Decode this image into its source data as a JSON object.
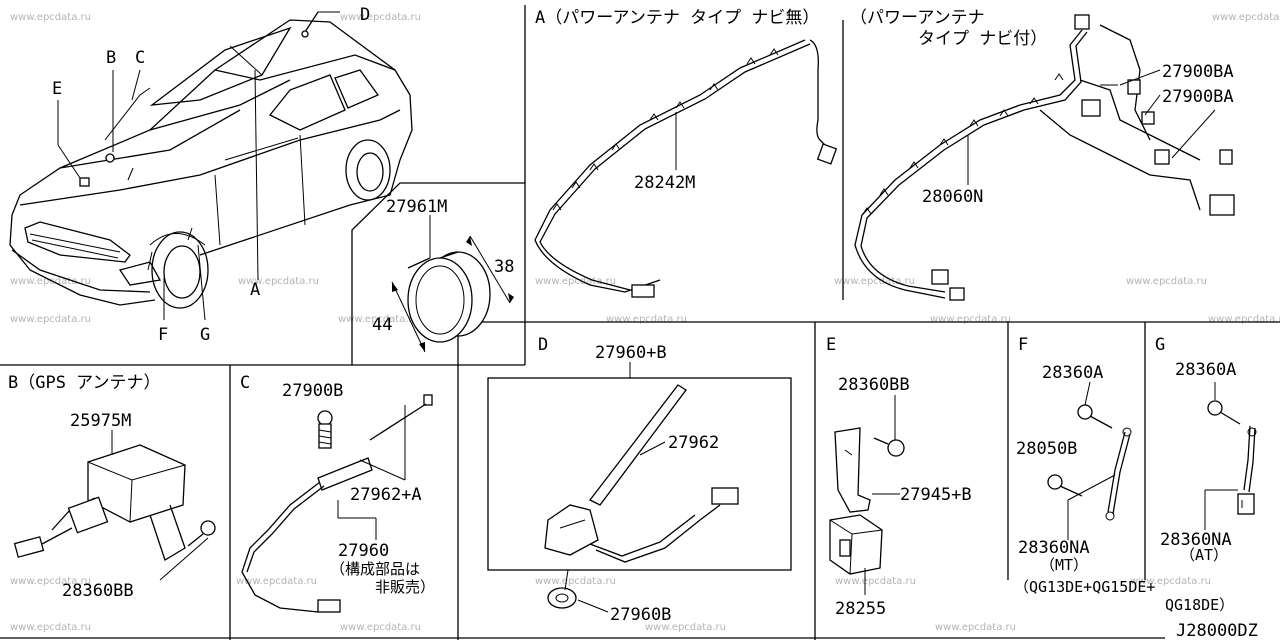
{
  "watermark": "www.epcdata.ru",
  "diagram_code": "J28000DZ",
  "vehicle": {
    "view_labels": [
      "A",
      "B",
      "C",
      "D",
      "E",
      "F",
      "G"
    ]
  },
  "panel_antenna_pad": {
    "part": "27961M",
    "dim_height": "38",
    "dim_width": "44"
  },
  "panel_a1": {
    "title": "A（パワーアンテナ タイプ ナビ無）",
    "part_harness": "28242M"
  },
  "panel_a2": {
    "title_line1": "（パワーアンテナ",
    "title_line2": "タイプ ナビ付）",
    "part_harness": "28060N",
    "part_bolt1": "27900BA",
    "part_bolt2": "27900BA"
  },
  "panel_b": {
    "title": "B（GPS アンテナ）",
    "part_gps": "25975M",
    "part_cable": "28360BB"
  },
  "panel_c": {
    "title": "C",
    "part_bolt": "27900B",
    "part_rod": "27962+A",
    "part_assy": "27960",
    "note_line1": "（構成部品は",
    "note_line2": "非販売）"
  },
  "panel_d": {
    "title": "D",
    "part_assy": "27960+B",
    "part_rod": "27962",
    "part_nut": "27960B"
  },
  "panel_e": {
    "title": "E",
    "part_bolt": "28360BB",
    "part_bracket": "27945+B",
    "part_box": "28255"
  },
  "panel_f": {
    "title": "F",
    "part_bolt": "28360A",
    "part_strap": "28050B",
    "part_cable": "28360NA",
    "variant": "（MT）",
    "engines_line1": "（QG13DE+QG15DE+",
    "engines_line2": "QG18DE）"
  },
  "panel_g": {
    "title": "G",
    "part_bolt": "28360A",
    "part_cable": "28360NA",
    "variant": "（AT）"
  }
}
